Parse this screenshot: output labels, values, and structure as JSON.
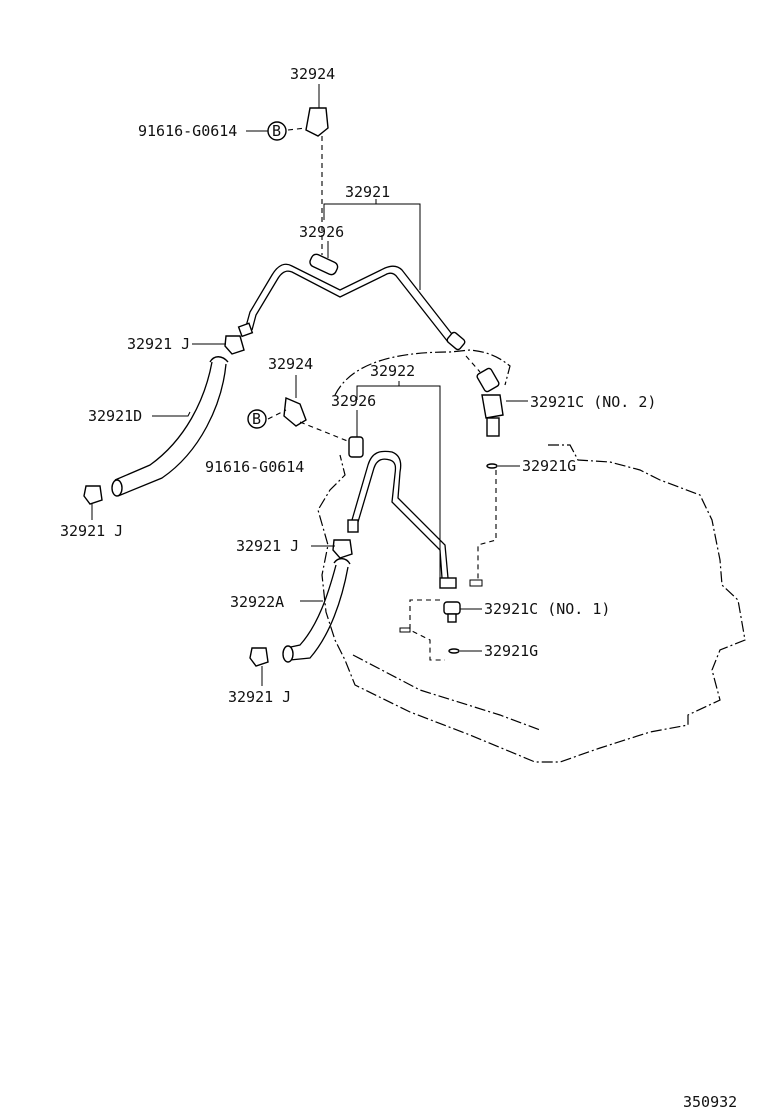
{
  "diagram": {
    "labels": {
      "p32924_top": "32924",
      "p91616_top": "91616-G0614",
      "b_top": "B",
      "p32921": "32921",
      "p32926_top": "32926",
      "p32921J_a": "32921 J",
      "p32921D": "32921D",
      "p32921J_b": "32921 J",
      "p32924_mid": "32924",
      "b_mid": "B",
      "p91616_mid": "91616-G0614",
      "p32922": "32922",
      "p32926_mid": "32926",
      "p32921C_no2": "32921C (NO. 2)",
      "p32921G_upper": "32921G",
      "p32921J_c": "32921 J",
      "p32922A": "32922A",
      "p32921C_no1": "32921C (NO. 1)",
      "p32921G_lower": "32921G",
      "p32921J_d": "32921 J",
      "ref_code": "350932"
    }
  }
}
